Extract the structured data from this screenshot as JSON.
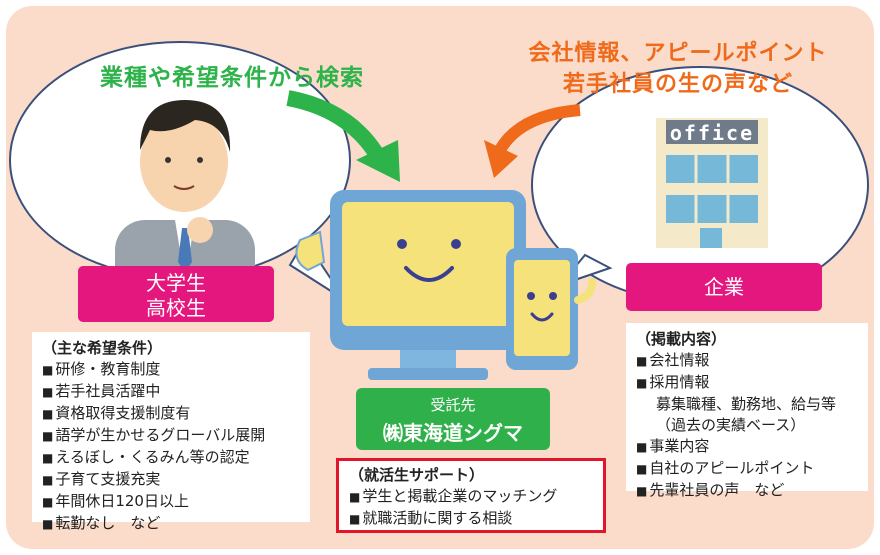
{
  "headlines": {
    "search": "業種や希望条件から検索",
    "company_info_line1": "会社情報、アピールポイント",
    "company_info_line2": "若手社員の生の声など"
  },
  "student": {
    "tag_line1": "大学生",
    "tag_line2": "高校生",
    "list_title": "（主な希望条件）",
    "items": [
      "研修・教育制度",
      "若手社員活躍中",
      "資格取得支援制度有",
      "語学が生かせるグローバル展開",
      "えるぼし・くるみん等の認定",
      "子育て支援充実",
      "年間休日120日以上",
      "転勤なし　など"
    ]
  },
  "company": {
    "tag": "企業",
    "office_sign": "office",
    "list_title": "（掲載内容）",
    "items": [
      "会社情報",
      "採用情報"
    ],
    "sub_lines": [
      "募集職種、勤務地、給与等",
      "（過去の実績ベース）"
    ],
    "items2": [
      "事業内容",
      "自社のアピールポイント",
      "先輩社員の声　など"
    ]
  },
  "contractor": {
    "label": "受託先",
    "name": "㈱東海道シグマ"
  },
  "support": {
    "title": "（就活生サポート）",
    "items": [
      "学生と掲載企業のマッチング",
      "就職活動に関する相談"
    ]
  },
  "colors": {
    "panel": "#fbdccb",
    "green_text": "#2db34a",
    "orange_text": "#ef6a1a",
    "magenta_tag": "#e4177f",
    "green_box": "#2fb04a",
    "red_border": "#e2162a",
    "monitor_yellow": "#f6e27a",
    "monitor_frame": "#6fa6d6"
  },
  "icons": [
    "student-character-icon",
    "office-building-icon",
    "monitor-icon",
    "smartphone-icon",
    "green-arrow-icon",
    "orange-arrow-icon"
  ]
}
